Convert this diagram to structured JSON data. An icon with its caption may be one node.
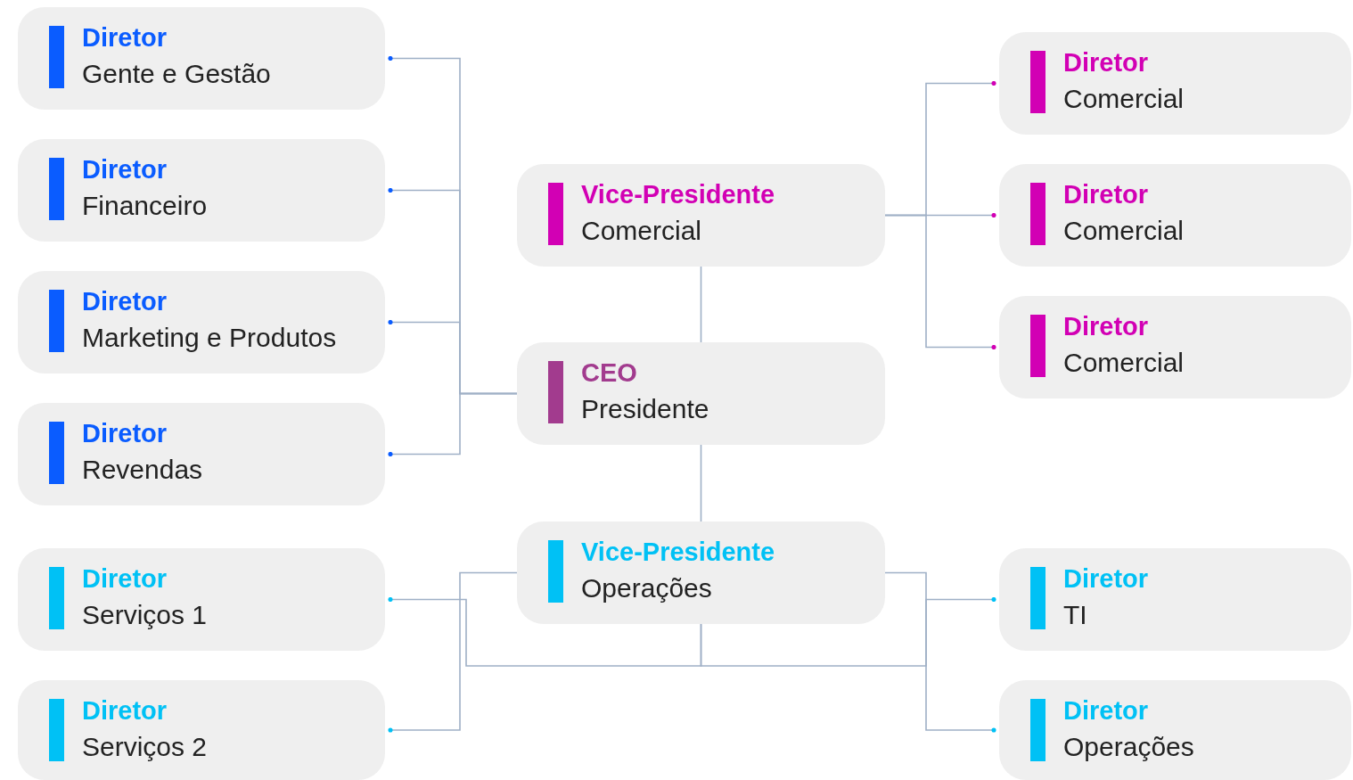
{
  "diagram": {
    "nodes": [
      {
        "text": [
          "Diretor",
          "Gente e Gestão"
        ]
      },
      {
        "text": [
          "Diretor",
          "Financeiro"
        ]
      },
      {
        "text": [
          "Diretor",
          "Marketing e Produtos"
        ]
      },
      {
        "text": [
          "Diretor",
          "Revendas"
        ]
      },
      {
        "text": [
          "Diretor",
          "Serviços 1"
        ]
      },
      {
        "text": [
          "Diretor",
          "Serviços 2"
        ]
      },
      {
        "text": [
          "Vice-Presidente",
          "Comercial"
        ]
      },
      {
        "text": [
          "CEO",
          "Presidente"
        ]
      },
      {
        "text": [
          "Vice-Presidente",
          "Operações"
        ]
      },
      {
        "text": [
          "Diretor",
          "Comercial"
        ]
      },
      {
        "text": [
          "Diretor",
          "Comercial"
        ]
      },
      {
        "text": [
          "Diretor",
          "Comercial"
        ]
      },
      {
        "text": [
          "Diretor",
          "TI"
        ]
      },
      {
        "text": [
          "Diretor",
          "Operações"
        ]
      }
    ],
    "edges": [
      {
        "from": 7,
        "to": 0,
        "arrow": "other"
      },
      {
        "from": 7,
        "to": 1,
        "arrow": "other"
      },
      {
        "from": 7,
        "to": 2,
        "arrow": "other"
      },
      {
        "from": 7,
        "to": 3,
        "arrow": "other"
      },
      {
        "from": 6,
        "to": 9,
        "arrow": "other"
      },
      {
        "from": 6,
        "to": 10,
        "arrow": "other"
      },
      {
        "from": 6,
        "to": 11,
        "arrow": "other"
      },
      {
        "from": 6,
        "to": 7,
        "arrow": "none"
      },
      {
        "from": 7,
        "to": 8,
        "arrow": "none"
      },
      {
        "from": 8,
        "to": 4,
        "arrow": "other"
      },
      {
        "from": 8,
        "to": 5,
        "arrow": "other"
      },
      {
        "from": 8,
        "to": 12,
        "arrow": "other"
      },
      {
        "from": 8,
        "to": 13,
        "arrow": "other"
      }
    ]
  }
}
